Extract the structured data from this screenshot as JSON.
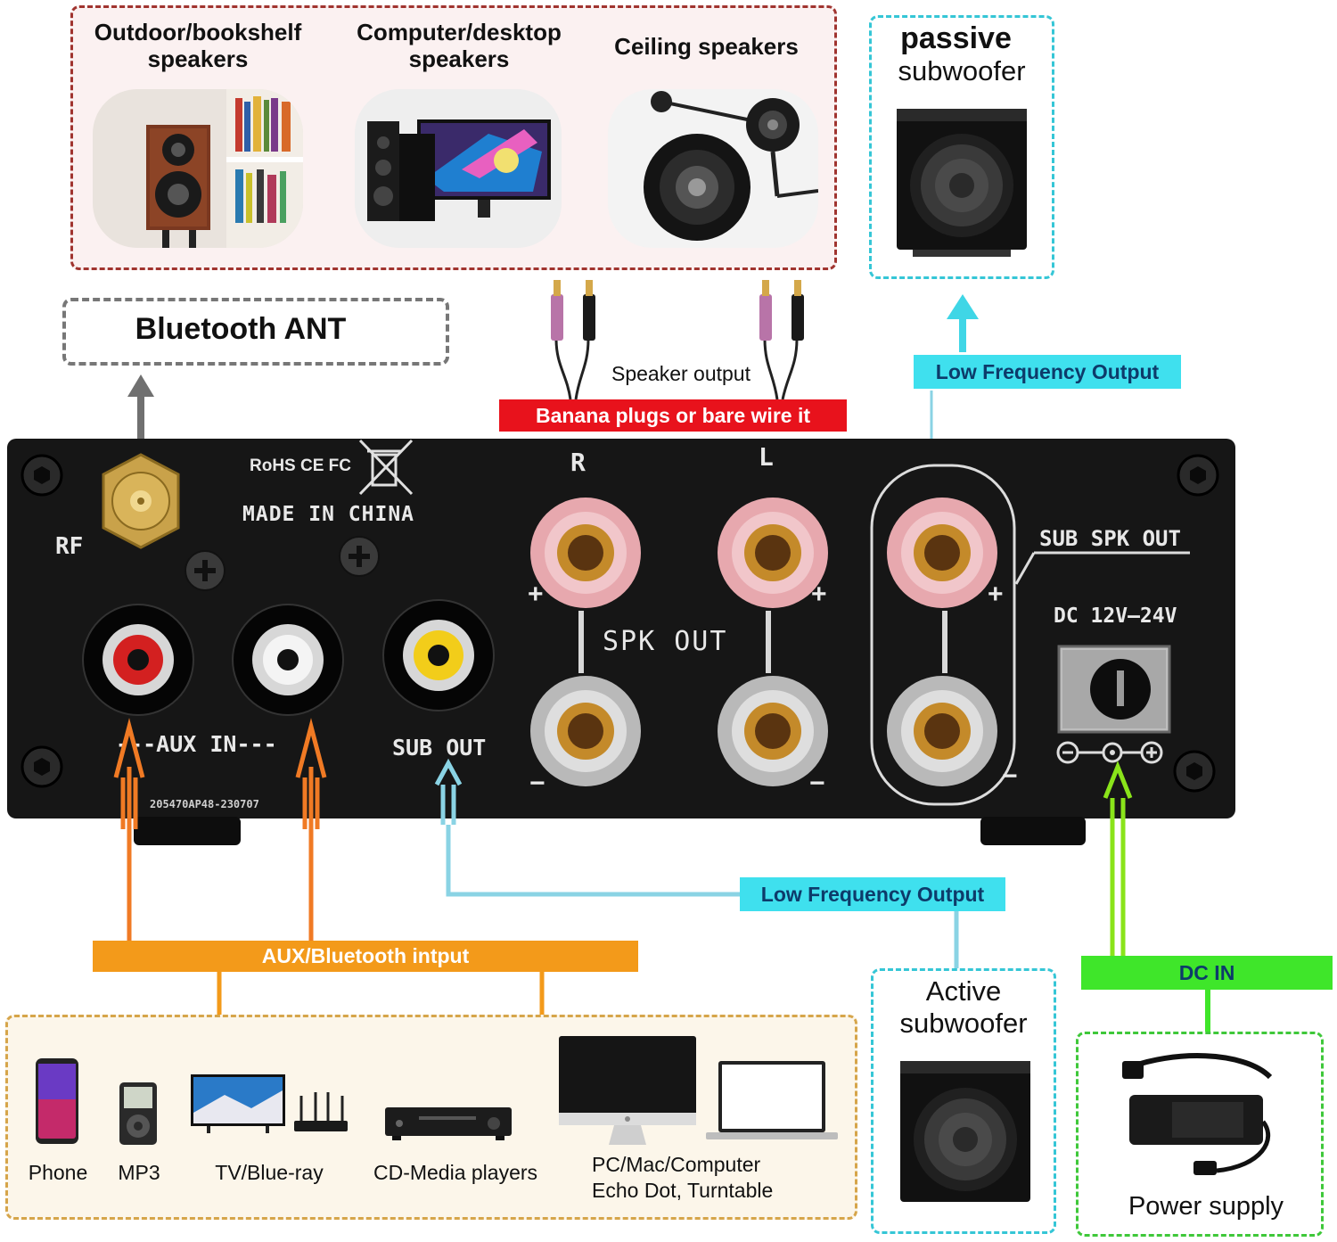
{
  "speakers": {
    "outdoor": "Outdoor/bookshelf speakers",
    "computer": "Computer/desktop speakers",
    "ceiling": "Ceiling speakers"
  },
  "passive": {
    "title": "passive",
    "subtitle": "subwoofer"
  },
  "bluetooth_ant": "Bluetooth ANT",
  "speaker_output": "Speaker output",
  "banana": "Banana plugs or bare wire it",
  "low_freq_top": "Low Frequency Output",
  "low_freq_bottom": "Low Frequency Output",
  "panel": {
    "rf": "RF",
    "certs": "RoHS CE FC",
    "made_in": "MADE IN CHINA",
    "r": "R",
    "l": "L",
    "spk_out": "SPK OUT",
    "sub_spk_out": "SUB SPK OUT",
    "dc": "DC 12V–24V",
    "aux_in": "---AUX IN---",
    "sub_out": "SUB OUT",
    "serial": "205470AP48-230707",
    "plus": "+",
    "minus": "−"
  },
  "aux_bluetooth": "AUX/Bluetooth intput",
  "dc_in": "DC IN",
  "active": {
    "title": "Active",
    "subtitle": "subwoofer"
  },
  "sources": {
    "phone": "Phone",
    "mp3": "MP3",
    "tv": "TV/Blue-ray",
    "cd": "CD-Media players",
    "pc_line1": "PC/Mac/Computer",
    "pc_line2": "Echo Dot, Turntable"
  },
  "power_supply": "Power supply",
  "colors": {
    "speaker_box": "#a0342f",
    "sub_box": "#35c6d6",
    "banana_bar": "#e8121c",
    "cyan_bar": "#3fe0ee",
    "aux_orange": "#f39a1a",
    "aux_line": "#f07a24",
    "dc_green": "#3fe62a",
    "source_box": "#d6a54a",
    "panel": "#161616"
  }
}
